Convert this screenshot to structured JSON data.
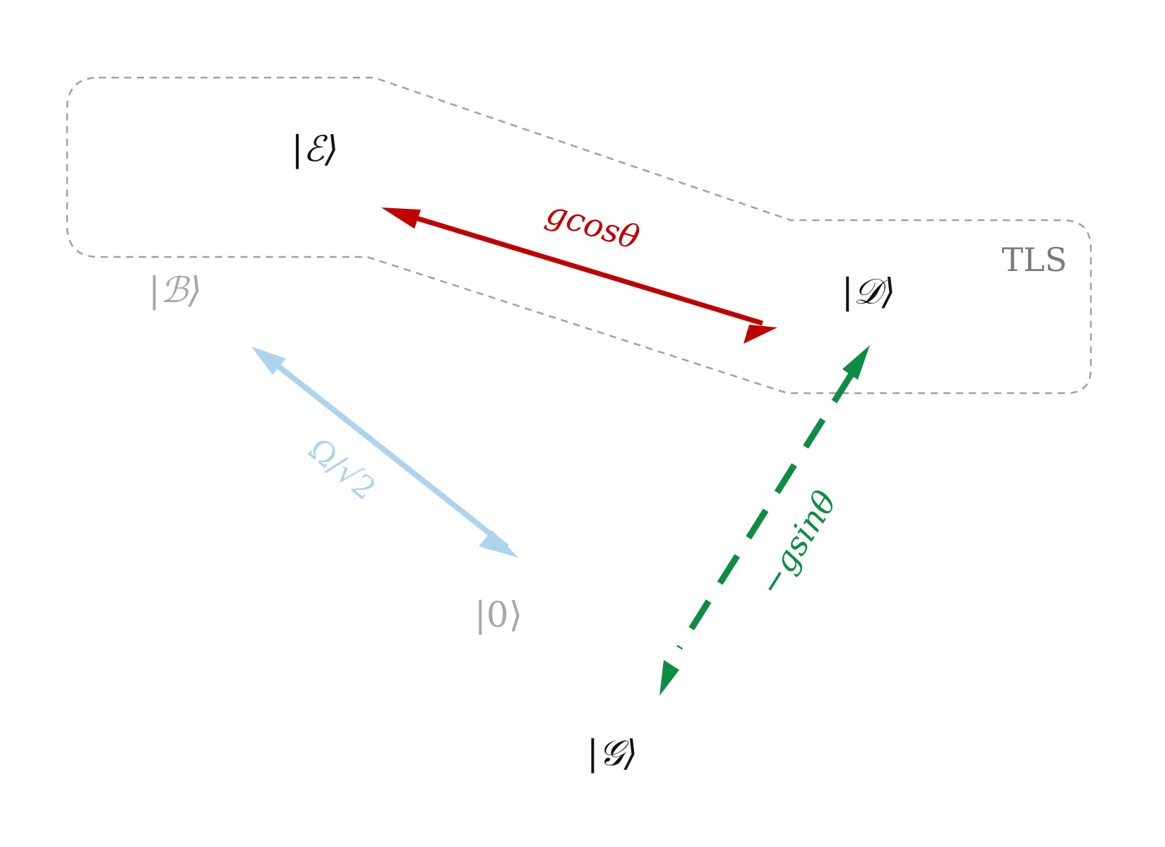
{
  "colors": {
    "level_active": "#000000",
    "level_inactive": "#ababab",
    "label_active": "#111111",
    "label_inactive": "#a8a8a8",
    "boundary": "#a0a0a0",
    "coupling_red": "#c00000",
    "coupling_blue": "#aed3ec",
    "coupling_green": "#0f8c43",
    "tls_text": "#7a7a7a"
  },
  "levels": {
    "E": {
      "label": "|ℰ⟩"
    },
    "B": {
      "label": "|ℬ⟩"
    },
    "D": {
      "label": "|𝒟⟩"
    },
    "zero": {
      "label": "|0⟩"
    },
    "G": {
      "label": "|𝒢⟩"
    }
  },
  "couplings": {
    "E_D": {
      "label": "gcosθ"
    },
    "B_zero": {
      "label": "Ω/√2"
    },
    "D_G": {
      "label": "−gsinθ"
    }
  },
  "region": {
    "label": "TLS"
  }
}
